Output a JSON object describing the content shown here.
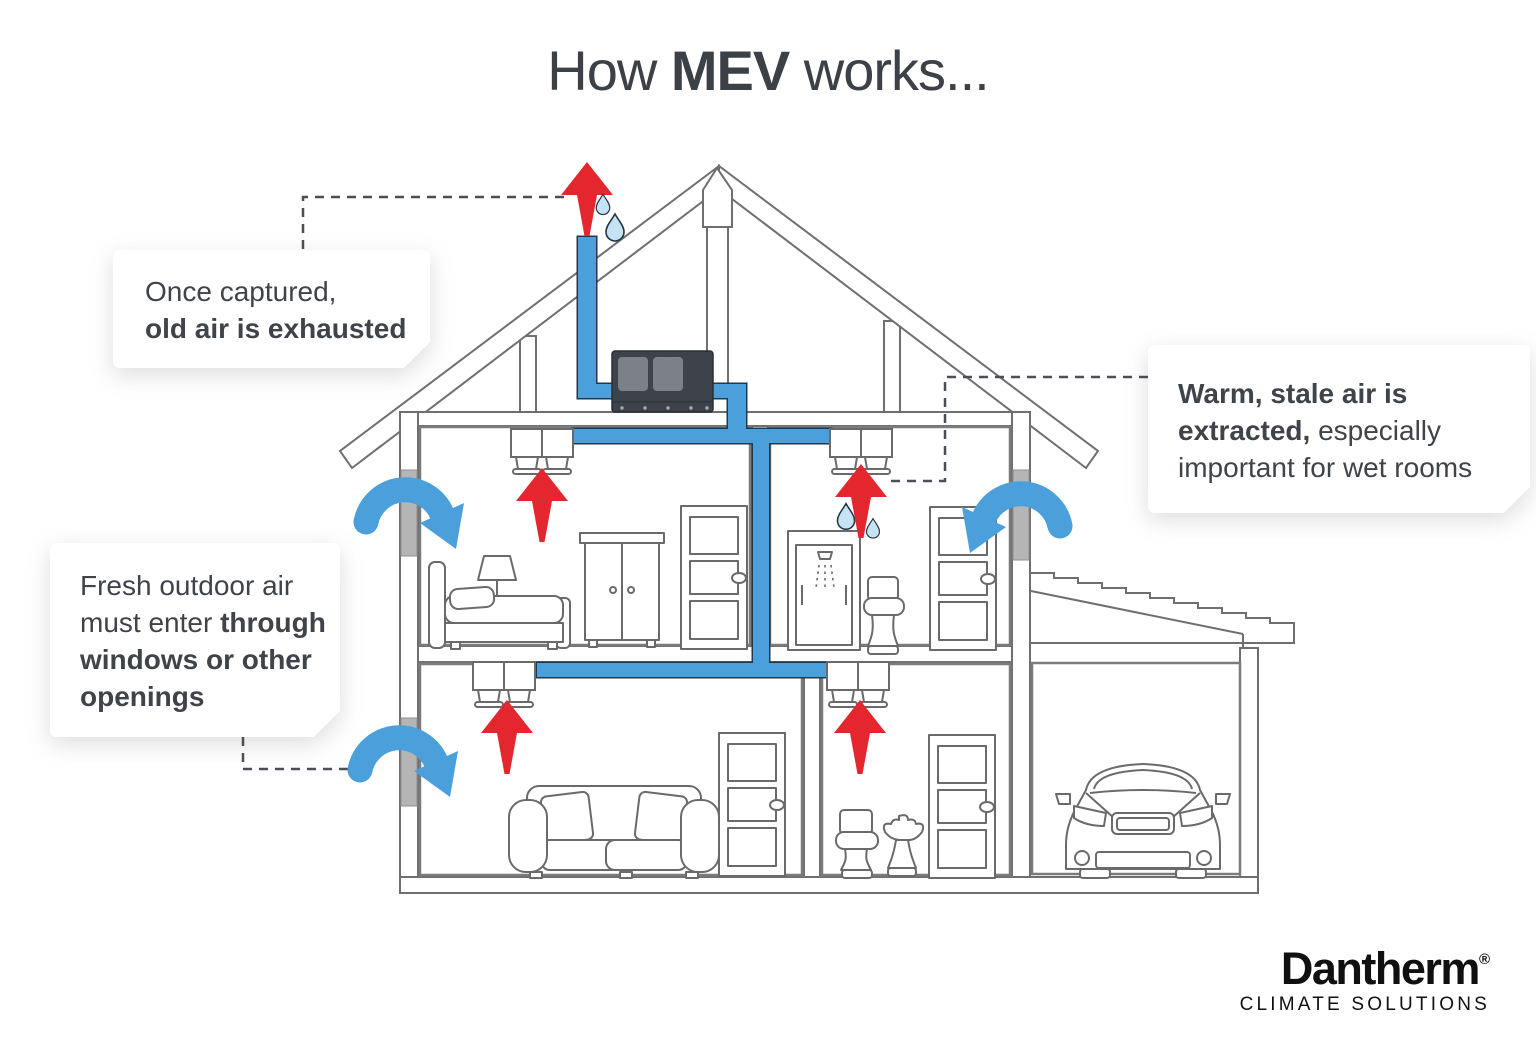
{
  "title": {
    "pre": "How ",
    "highlight": "MEV",
    "post": " works..."
  },
  "callouts": {
    "exhaust": {
      "line1": "Once captured,",
      "line2_bold": "old air is exhausted"
    },
    "fresh": {
      "line1": "Fresh outdoor air",
      "line2_regular": "must enter ",
      "line2_bold": "through",
      "line3_bold": "windows or other",
      "line4_bold": "openings"
    },
    "extract": {
      "line1_bold": "Warm, stale air is",
      "line2_bold": "extracted,",
      "line2_regular": " especially",
      "line3": "important for wet rooms"
    }
  },
  "logo": {
    "brand": "Dantherm",
    "registered": "®",
    "tagline": "CLIMATE SOLUTIONS"
  },
  "colors": {
    "duct_blue": "#4BA0DC",
    "duct_outline": "#1F3A4D",
    "arrow_red": "#E4272E",
    "droplet_blue": "#C5E3F5",
    "outline_gray": "#6F6F6F",
    "room_gray": "#7B7B7B",
    "vent_gray": "#B5B5B5",
    "unit_dark": "#3D424B",
    "unit_panel": "#7C8187",
    "text_dark": "#3F434A"
  },
  "icons": [
    "exhaust-arrow-icon",
    "extract-air-arrow-icon",
    "fresh-air-swoosh-icon",
    "moisture-droplet-icon",
    "mev-unit-icon",
    "ceiling-vent-icon",
    "wall-vent-icon",
    "bed-icon",
    "lamp-icon",
    "wardrobe-icon",
    "door-icon",
    "shower-icon",
    "toilet-icon",
    "sink-icon",
    "sofa-icon",
    "car-icon",
    "chimney-icon"
  ]
}
